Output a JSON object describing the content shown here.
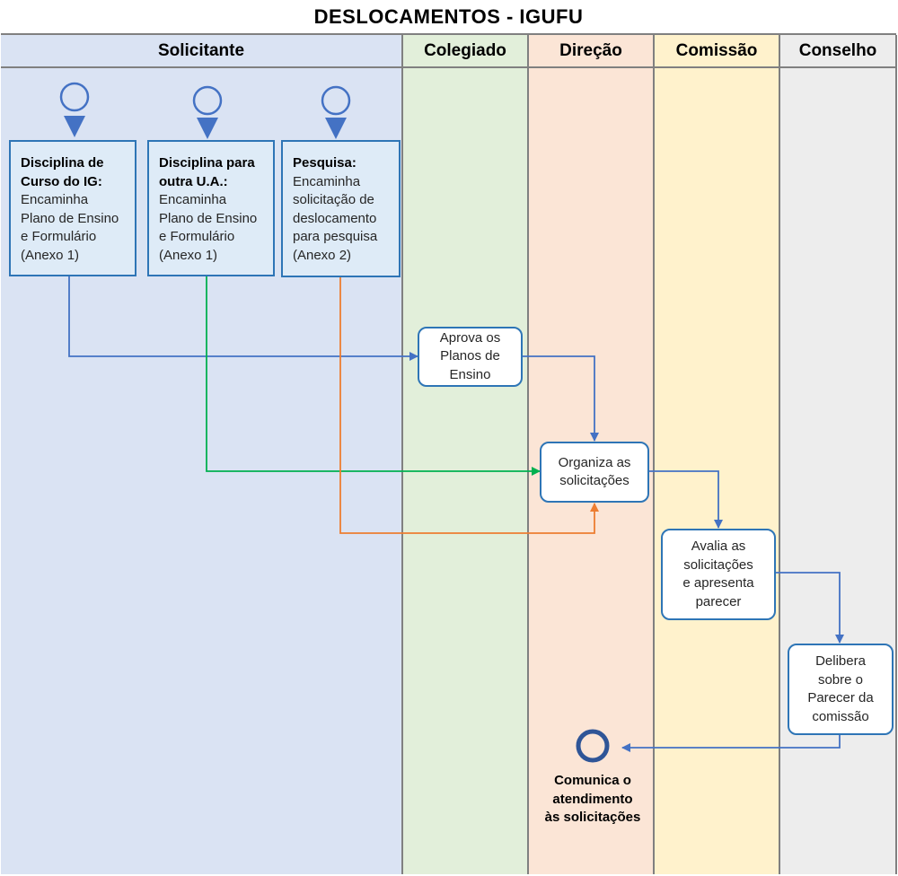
{
  "title": "DESLOCAMENTOS - IGUFU",
  "lanes": [
    {
      "name": "Solicitante",
      "color": "#dae3f3"
    },
    {
      "name": "Colegiado",
      "color": "#e2efda"
    },
    {
      "name": "Direção",
      "color": "#fbe5d6"
    },
    {
      "name": "Comissão",
      "color": "#fff2cc"
    },
    {
      "name": "Conselho",
      "color": "#ededed"
    }
  ],
  "starts": [
    {
      "title": "Disciplina de\nCurso do IG:",
      "text": "Encaminha\nPlano de Ensino\ne Formulário\n(Anexo 1)"
    },
    {
      "title": "Disciplina para\noutra U.A.:",
      "text": "Encaminha\nPlano de Ensino\ne Formulário\n(Anexo 1)"
    },
    {
      "title": "Pesquisa:",
      "text": "Encaminha\nsolicitação de\ndeslocamento\npara pesquisa\n(Anexo 2)"
    }
  ],
  "tasks": {
    "aprova": "Aprova os\nPlanos de\nEnsino",
    "organiza": "Organiza as\nsolicitações",
    "avalia": "Avalia as\nsolicitações\ne apresenta\nparecer",
    "delibera": "Delibera\nsobre o\nParecer da\ncomissão"
  },
  "end_event": "Comunica o\natendimento\nàs solicitações",
  "colors": {
    "border": "#2e75b6",
    "event_icon": "#4472c4",
    "flow_blue": "#4472c4",
    "flow_green": "#00b050",
    "flow_orange": "#ed7d31"
  }
}
